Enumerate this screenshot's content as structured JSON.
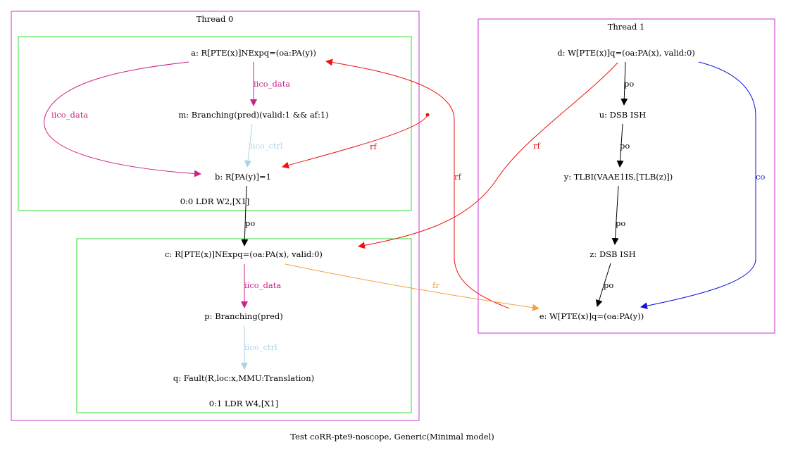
{
  "caption": "Test coRR-pte9-noscope, Generic(Minimal model)",
  "colors": {
    "thread_border": "#cc33cc",
    "instr_border": "#33dd33",
    "iico_data": "#cc2288",
    "iico_ctrl": "#a8d4e6",
    "rf": "#ee1111",
    "fr": "#f5a040",
    "co": "#1111dd",
    "po": "#000000"
  },
  "clusters": {
    "thread0": "Thread 0",
    "thread1": "Thread 1",
    "instr0": "0:0 LDR W2,[X1]",
    "instr1": "0:1 LDR W4,[X1]"
  },
  "nodes": {
    "a": "a: R[PTE(x)]NExpq=(oa:PA(y))",
    "m": "m: Branching(pred)(valid:1 && af:1)",
    "b": "b: R[PA(y)]=1",
    "c": "c: R[PTE(x)]NExpq=(oa:PA(x), valid:0)",
    "p": "p: Branching(pred)",
    "q": "q: Fault(R,loc:x,MMU:Translation)",
    "d": "d: W[PTE(x)]q=(oa:PA(x), valid:0)",
    "u": "u: DSB ISH",
    "y": "y: TLBI(VAAE1IS,[TLB(z)])",
    "z": "z: DSB ISH",
    "e": "e: W[PTE(x)]q=(oa:PA(y))"
  },
  "edges": {
    "a_b": "iico_data",
    "a_m": "iico_data",
    "m_b": "iico_ctrl",
    "init_b": "rf",
    "e_a": "rf",
    "b_c": "po",
    "c_p": "iico_data",
    "p_q": "iico_ctrl",
    "c_e": "fr",
    "d_c": "rf",
    "d_u": "po",
    "u_y": "po",
    "y_z": "po",
    "z_e": "po",
    "d_e": "co"
  }
}
